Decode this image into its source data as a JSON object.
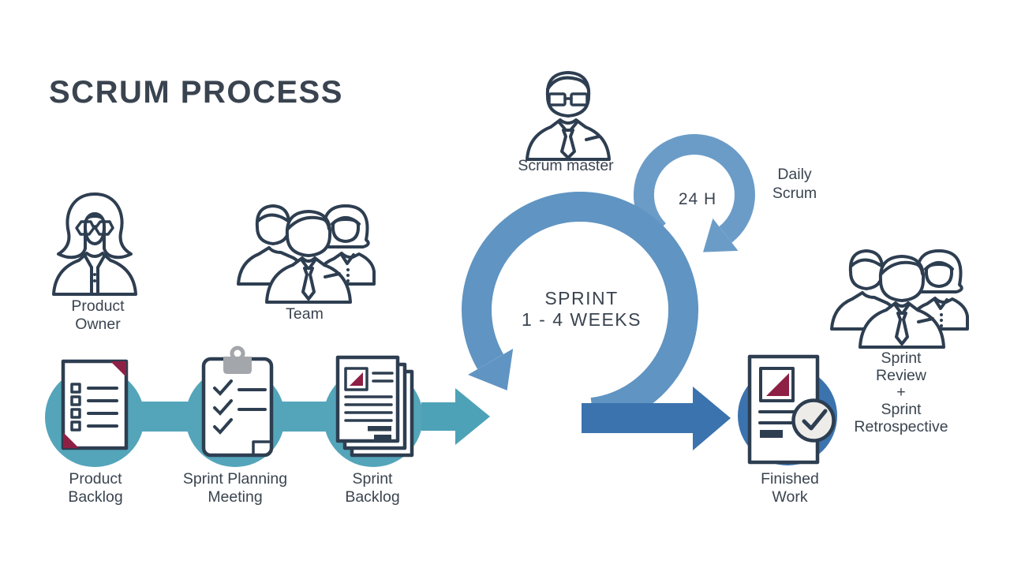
{
  "title": "SCRUM PROCESS",
  "colors": {
    "maroon": "#8E2045",
    "navy": "#2E3E51",
    "label_text": "#3A4450",
    "teal": "#54A5BA",
    "teal_arrow": "#4DA2B7",
    "ring_blue": "#6094C2",
    "ring_blue_light": "#6B9CC8",
    "dark_blue": "#3B73AE",
    "clip_gray": "#A3A7AB",
    "check_bg": "#EDECE8"
  },
  "actors": {
    "product_owner": {
      "label_lines": [
        "Product",
        "Owner"
      ]
    },
    "team": {
      "label": "Team"
    },
    "scrum_master": {
      "label": "Scrum master"
    },
    "review_group": {
      "label_lines": [
        "Sprint",
        "Review",
        "+",
        "Sprint",
        "Retrospective"
      ]
    }
  },
  "cycle": {
    "sprint_label_lines": [
      "SPRINT",
      "1 - 4 WEEKS"
    ],
    "duration": "24 H",
    "daily_scrum_label_lines": [
      "Daily",
      "Scrum"
    ]
  },
  "stages": {
    "product_backlog": [
      "Product",
      "Backlog"
    ],
    "sprint_planning": [
      "Sprint Planning",
      "Meeting"
    ],
    "sprint_backlog": [
      "Sprint",
      "Backlog"
    ],
    "finished_work": [
      "Finished",
      "Work"
    ]
  }
}
